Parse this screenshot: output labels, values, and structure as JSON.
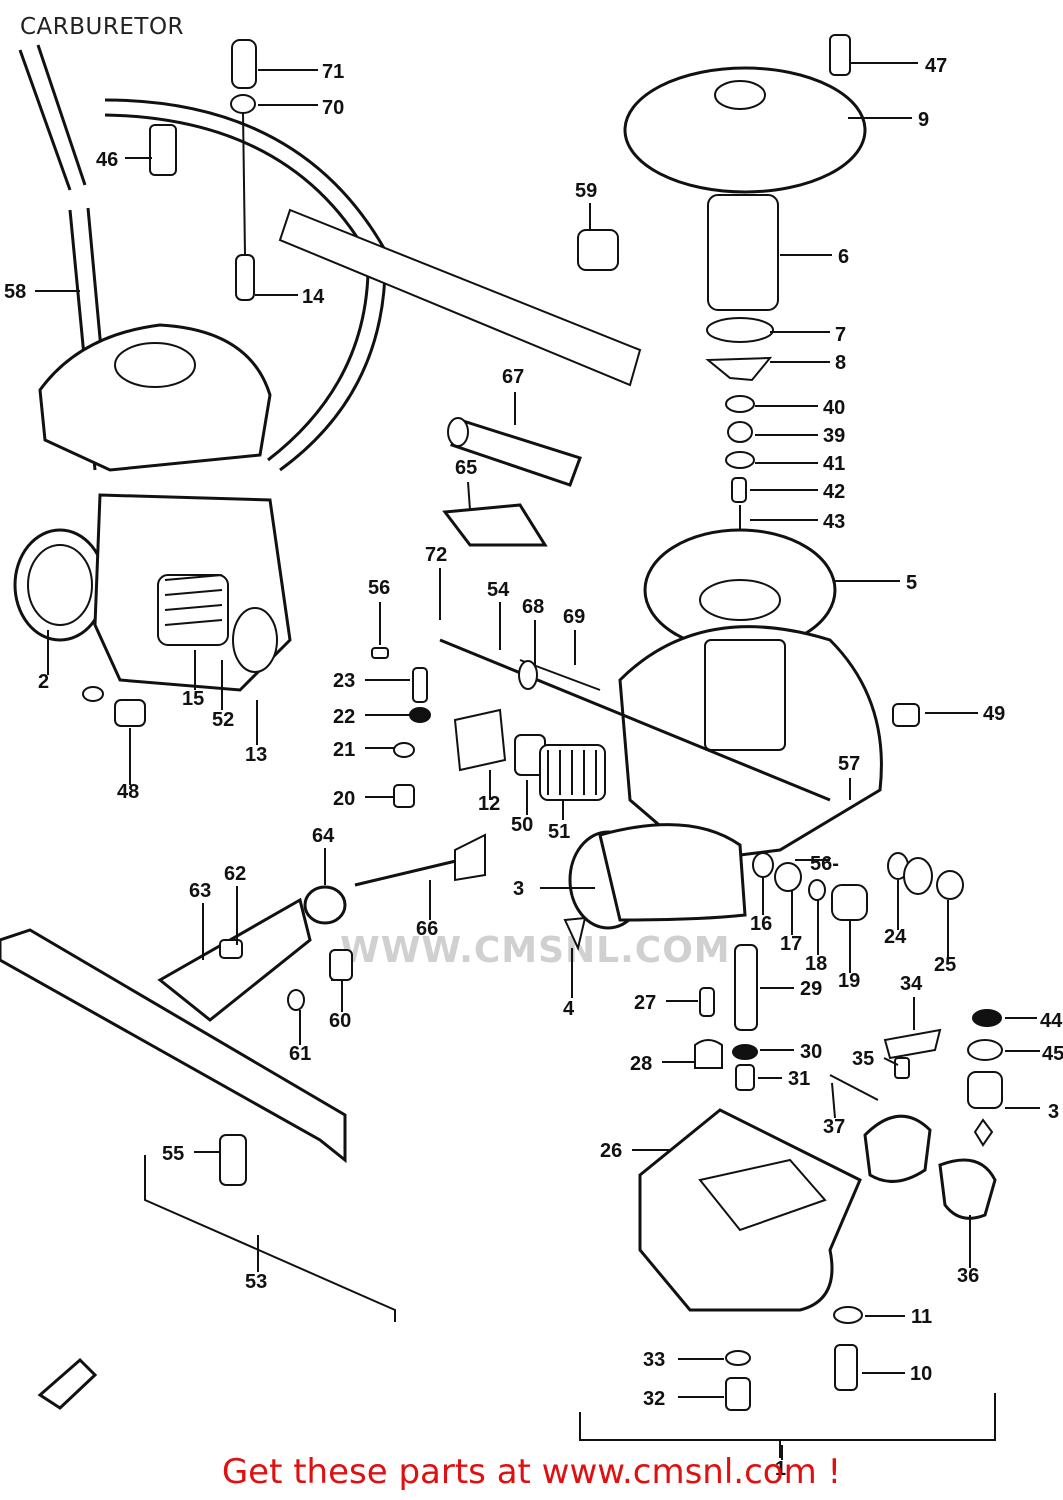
{
  "title": "CARBURETOR",
  "watermark": "WWW.CMSNL.COM",
  "footer": "Get these parts at www.cmsnl.com !",
  "colors": {
    "footer_text": "#e01010",
    "line_art": "#111111"
  },
  "callouts": [
    {
      "n": "71"
    },
    {
      "n": "70"
    },
    {
      "n": "46"
    },
    {
      "n": "14"
    },
    {
      "n": "58"
    },
    {
      "n": "47"
    },
    {
      "n": "9"
    },
    {
      "n": "59"
    },
    {
      "n": "6"
    },
    {
      "n": "7"
    },
    {
      "n": "8"
    },
    {
      "n": "67"
    },
    {
      "n": "40"
    },
    {
      "n": "39"
    },
    {
      "n": "41"
    },
    {
      "n": "42"
    },
    {
      "n": "43"
    },
    {
      "n": "65"
    },
    {
      "n": "5"
    },
    {
      "n": "72"
    },
    {
      "n": "56"
    },
    {
      "n": "54"
    },
    {
      "n": "68"
    },
    {
      "n": "69"
    },
    {
      "n": "23"
    },
    {
      "n": "22"
    },
    {
      "n": "49"
    },
    {
      "n": "21"
    },
    {
      "n": "57"
    },
    {
      "n": "20"
    },
    {
      "n": "12"
    },
    {
      "n": "50"
    },
    {
      "n": "51"
    },
    {
      "n": "2"
    },
    {
      "n": "15"
    },
    {
      "n": "52"
    },
    {
      "n": "13"
    },
    {
      "n": "48"
    },
    {
      "n": "64"
    },
    {
      "n": "63"
    },
    {
      "n": "62"
    },
    {
      "n": "66"
    },
    {
      "n": "3"
    },
    {
      "n": "56-"
    },
    {
      "n": "16"
    },
    {
      "n": "17"
    },
    {
      "n": "18"
    },
    {
      "n": "19"
    },
    {
      "n": "24"
    },
    {
      "n": "25"
    },
    {
      "n": "60"
    },
    {
      "n": "61"
    },
    {
      "n": "4"
    },
    {
      "n": "27"
    },
    {
      "n": "29"
    },
    {
      "n": "34"
    },
    {
      "n": "44"
    },
    {
      "n": "28"
    },
    {
      "n": "30"
    },
    {
      "n": "35"
    },
    {
      "n": "45"
    },
    {
      "n": "31"
    },
    {
      "n": "37"
    },
    {
      "n": "3"
    },
    {
      "n": "26"
    },
    {
      "n": "55"
    },
    {
      "n": "36"
    },
    {
      "n": "53"
    },
    {
      "n": "11"
    },
    {
      "n": "33"
    },
    {
      "n": "10"
    },
    {
      "n": "32"
    },
    {
      "n": "1"
    }
  ]
}
